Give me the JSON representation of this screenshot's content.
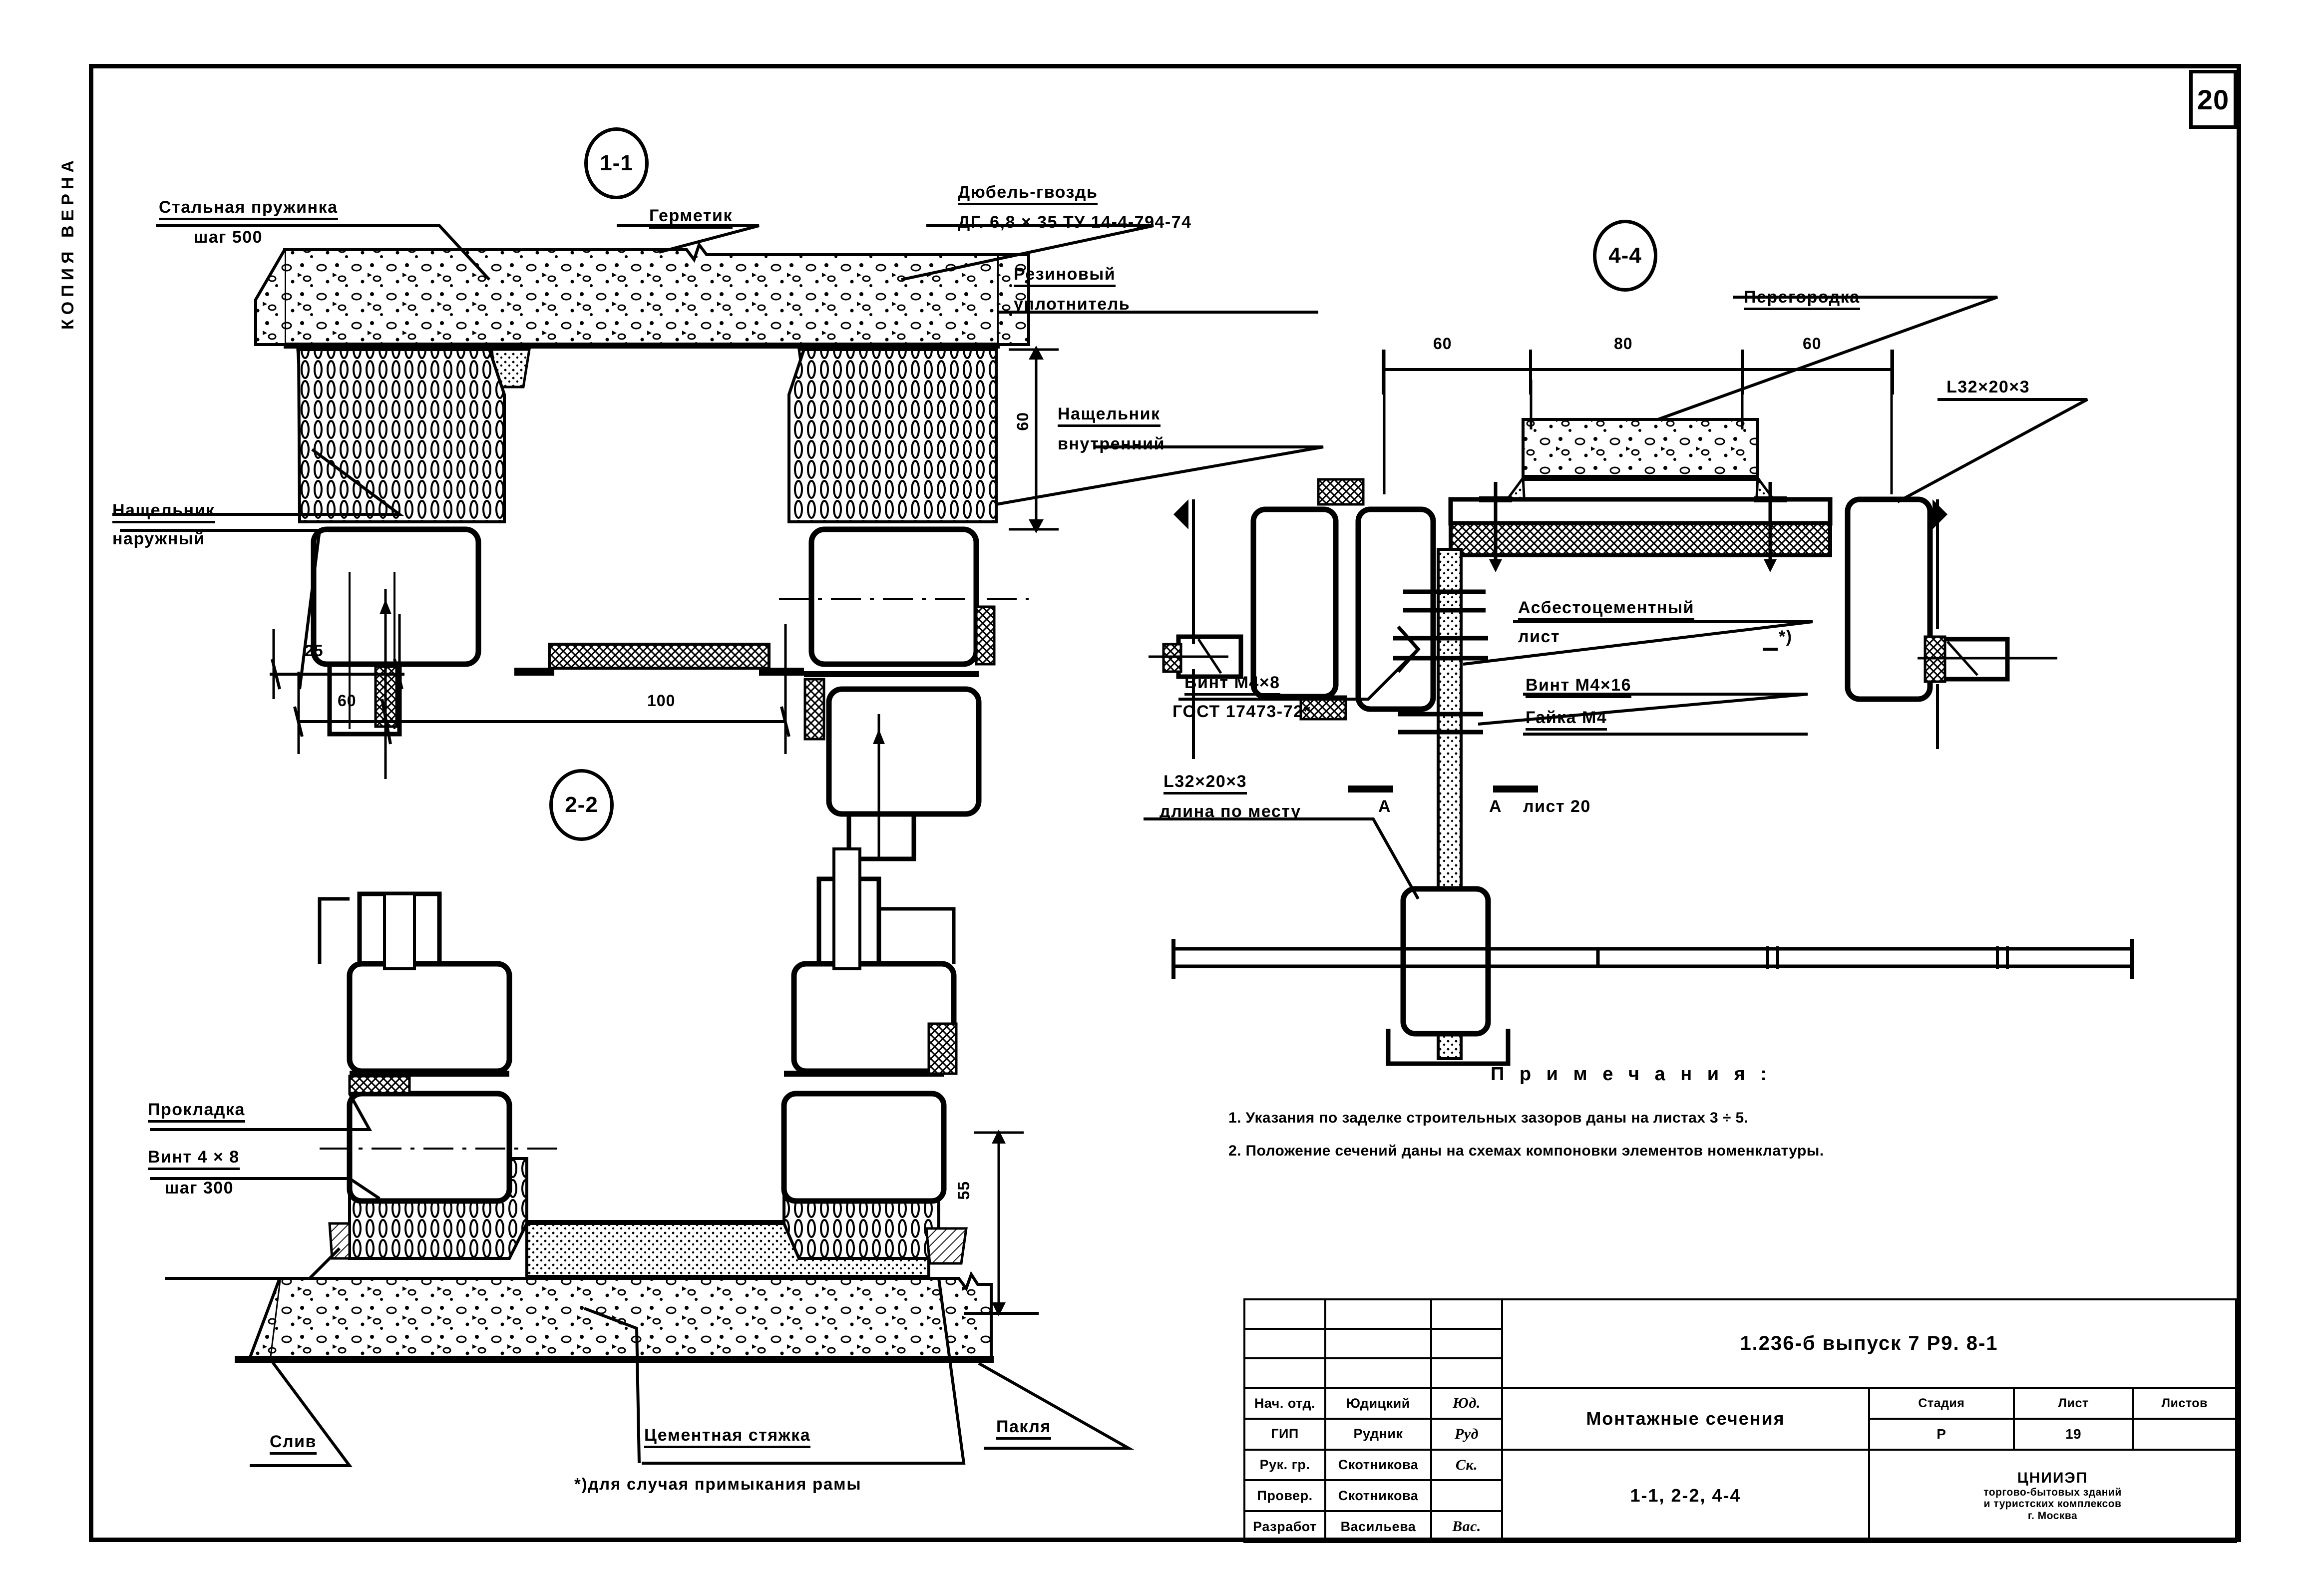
{
  "sheet": {
    "page_number": "20",
    "stamp_vertical": "КОПИЯ  ВЕРНА"
  },
  "sections": {
    "s11": {
      "tag": "1-1",
      "labels": {
        "spring": "Стальная пружинка",
        "spring_step": "шаг 500",
        "sealant": "Герметик",
        "dowel_nail": "Дюбель-гвоздь",
        "dowel_spec": "ДГ.    6,8 × 35   ТУ 14-4-794-74",
        "rubber": "Резиновый",
        "rubber2": "уплотнитель",
        "batten_in": "Нащельник",
        "batten_in2": "внутренний",
        "batten_out": "Нащельник",
        "batten_out2": "наружный"
      },
      "dims": {
        "h60": "60",
        "d25": "25",
        "d60": "60",
        "d100": "100"
      }
    },
    "s22": {
      "tag": "2-2",
      "labels": {
        "gasket": "Прокладка",
        "screw": "Винт  4 × 8",
        "screw_step": "шаг 300",
        "screed": "Цементная стяжка",
        "tow": "Пакля",
        "drip": "Слив",
        "footnote": "*)для случая примыкания  рамы"
      },
      "dims": {
        "h55": "55"
      }
    },
    "s44": {
      "tag": "4-4",
      "labels": {
        "partition": "Перегородка",
        "angle_top": "L32×20×3",
        "asbestos": "Асбестоцементный",
        "asbestos2": "лист",
        "screw_m4x8": "Винт М4×8",
        "gost": "ГОСТ 17473-72*",
        "screw_m4x16": "Винт М4×16",
        "nut_m4": "Гайка  М4",
        "angle_bottom": "L32×20×3",
        "angle_len": "длина по месту",
        "cut_a_left": "А",
        "cut_a_right": "А",
        "cut_sheet": "лист 20",
        "star": "*)"
      },
      "dims": {
        "d60l": "60",
        "d80": "80",
        "d60r": "60"
      }
    }
  },
  "notes": {
    "title": "П р и м е ч а н и я :",
    "items": [
      "1.  Указания по заделке строительных зазоров даны на листах 3 ÷ 5.",
      "2.  Положение сечений даны на схемах компоновки элементов номенклатуры."
    ]
  },
  "title_block": {
    "code": "1.236-б    выпуск 7       Р9. 8-1",
    "drawing_title_1": "Монтажные сечения",
    "drawing_title_2": "1-1,  2-2,  4-4",
    "roles": [
      {
        "role": "Нач. отд.",
        "name": "Юдицкий",
        "sign": "Юд."
      },
      {
        "role": "ГИП",
        "name": "Рудник",
        "sign": "Руд"
      },
      {
        "role": "Рук. гр.",
        "name": "Скотникова",
        "sign": "Ск."
      },
      {
        "role": "Провер.",
        "name": "Скотникова",
        "sign": ""
      },
      {
        "role": "Разработ",
        "name": "Васильева",
        "sign": "Вас."
      }
    ],
    "stage_headers": [
      "Стадия",
      "Лист",
      "Листов"
    ],
    "stage_values": [
      "Р",
      "19",
      ""
    ],
    "org": [
      "ЦНИИЭП",
      "торгово-бытовых зданий",
      "и туристских комплексов",
      "г. Москва"
    ]
  }
}
